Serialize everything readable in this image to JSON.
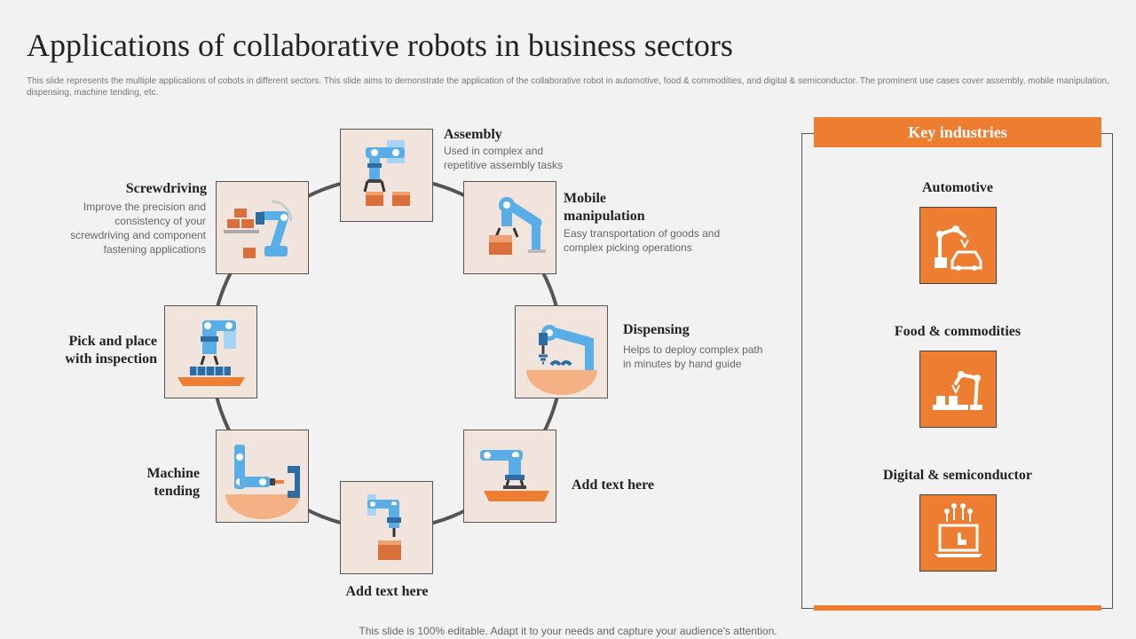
{
  "slide": {
    "title": "Applications of collaborative robots in business sectors",
    "subtitle": "This slide represents the multiple applications of cobots in different sectors. This slide aims to demonstrate the application of the collaborative robot in automotive, food & commodities, and digital & semiconductor. The prominent use cases cover assembly, mobile manipulation, dispensing, machine tending, etc.",
    "footer": "This slide is 100% editable. Adapt it to your needs and capture your audience's attention."
  },
  "applications": {
    "assembly": {
      "label": "Assembly",
      "desc_line1": "Used in complex and",
      "desc_line2": "repetitive assembly tasks",
      "icon": "assembly-robot-icon"
    },
    "mobile": {
      "label_line1": "Mobile",
      "label_line2": "manipulation",
      "desc_line1": "Easy transportation of goods and",
      "desc_line2": "complex picking operations",
      "icon": "mobile-robot-icon"
    },
    "dispensing": {
      "label": "Dispensing",
      "desc_line1": "Helps to deploy complex path",
      "desc_line2": "in minutes by hand guide",
      "icon": "dispensing-robot-icon"
    },
    "add_right": {
      "label": "Add text here",
      "icon": "conveyor-robot-icon"
    },
    "add_bottom": {
      "label": "Add text here",
      "icon": "box-robot-icon"
    },
    "machine": {
      "label_line1": "Machine",
      "label_line2": "tending",
      "icon": "machine-tending-robot-icon"
    },
    "pick": {
      "label_line1": "Pick and place",
      "label_line2": "with inspection",
      "icon": "pick-place-robot-icon"
    },
    "screw": {
      "label": "Screwdriving",
      "desc_line1": "Improve  the precision and",
      "desc_line2": "consistency of your",
      "desc_line3": "screwdriving  and component",
      "desc_line4": "fastening applications",
      "icon": "screwdriving-robot-icon"
    }
  },
  "key_industries": {
    "heading": "Key industries",
    "items": [
      {
        "label": "Automotive",
        "icon": "car-robot-icon"
      },
      {
        "label": "Food & commodities",
        "icon": "food-robot-icon"
      },
      {
        "label": "Digital & semiconductor",
        "icon": "laptop-touch-icon"
      }
    ]
  },
  "colors": {
    "accent": "#ed7d31",
    "tile_bg": "#f1e4dc",
    "robot_blue": "#5aaee8",
    "ring": "#555555",
    "bg": "#f2f2f2"
  }
}
